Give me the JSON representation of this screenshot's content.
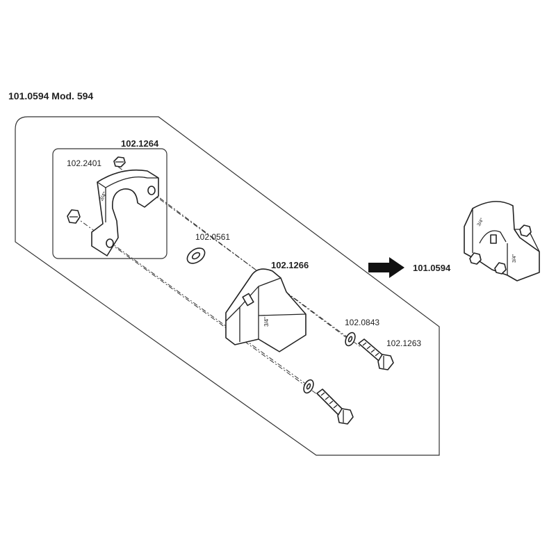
{
  "header": {
    "title": "101.0594 Mod. 594"
  },
  "parts": {
    "clamp_assembly": "102.1264",
    "nut": "102.2401",
    "spacer_washer": "102.0561",
    "bracket": "102.1266",
    "lock_washer": "102.0843",
    "bolt": "102.1263",
    "assembled": "101.0594"
  },
  "size_marking": "3/4\""
}
